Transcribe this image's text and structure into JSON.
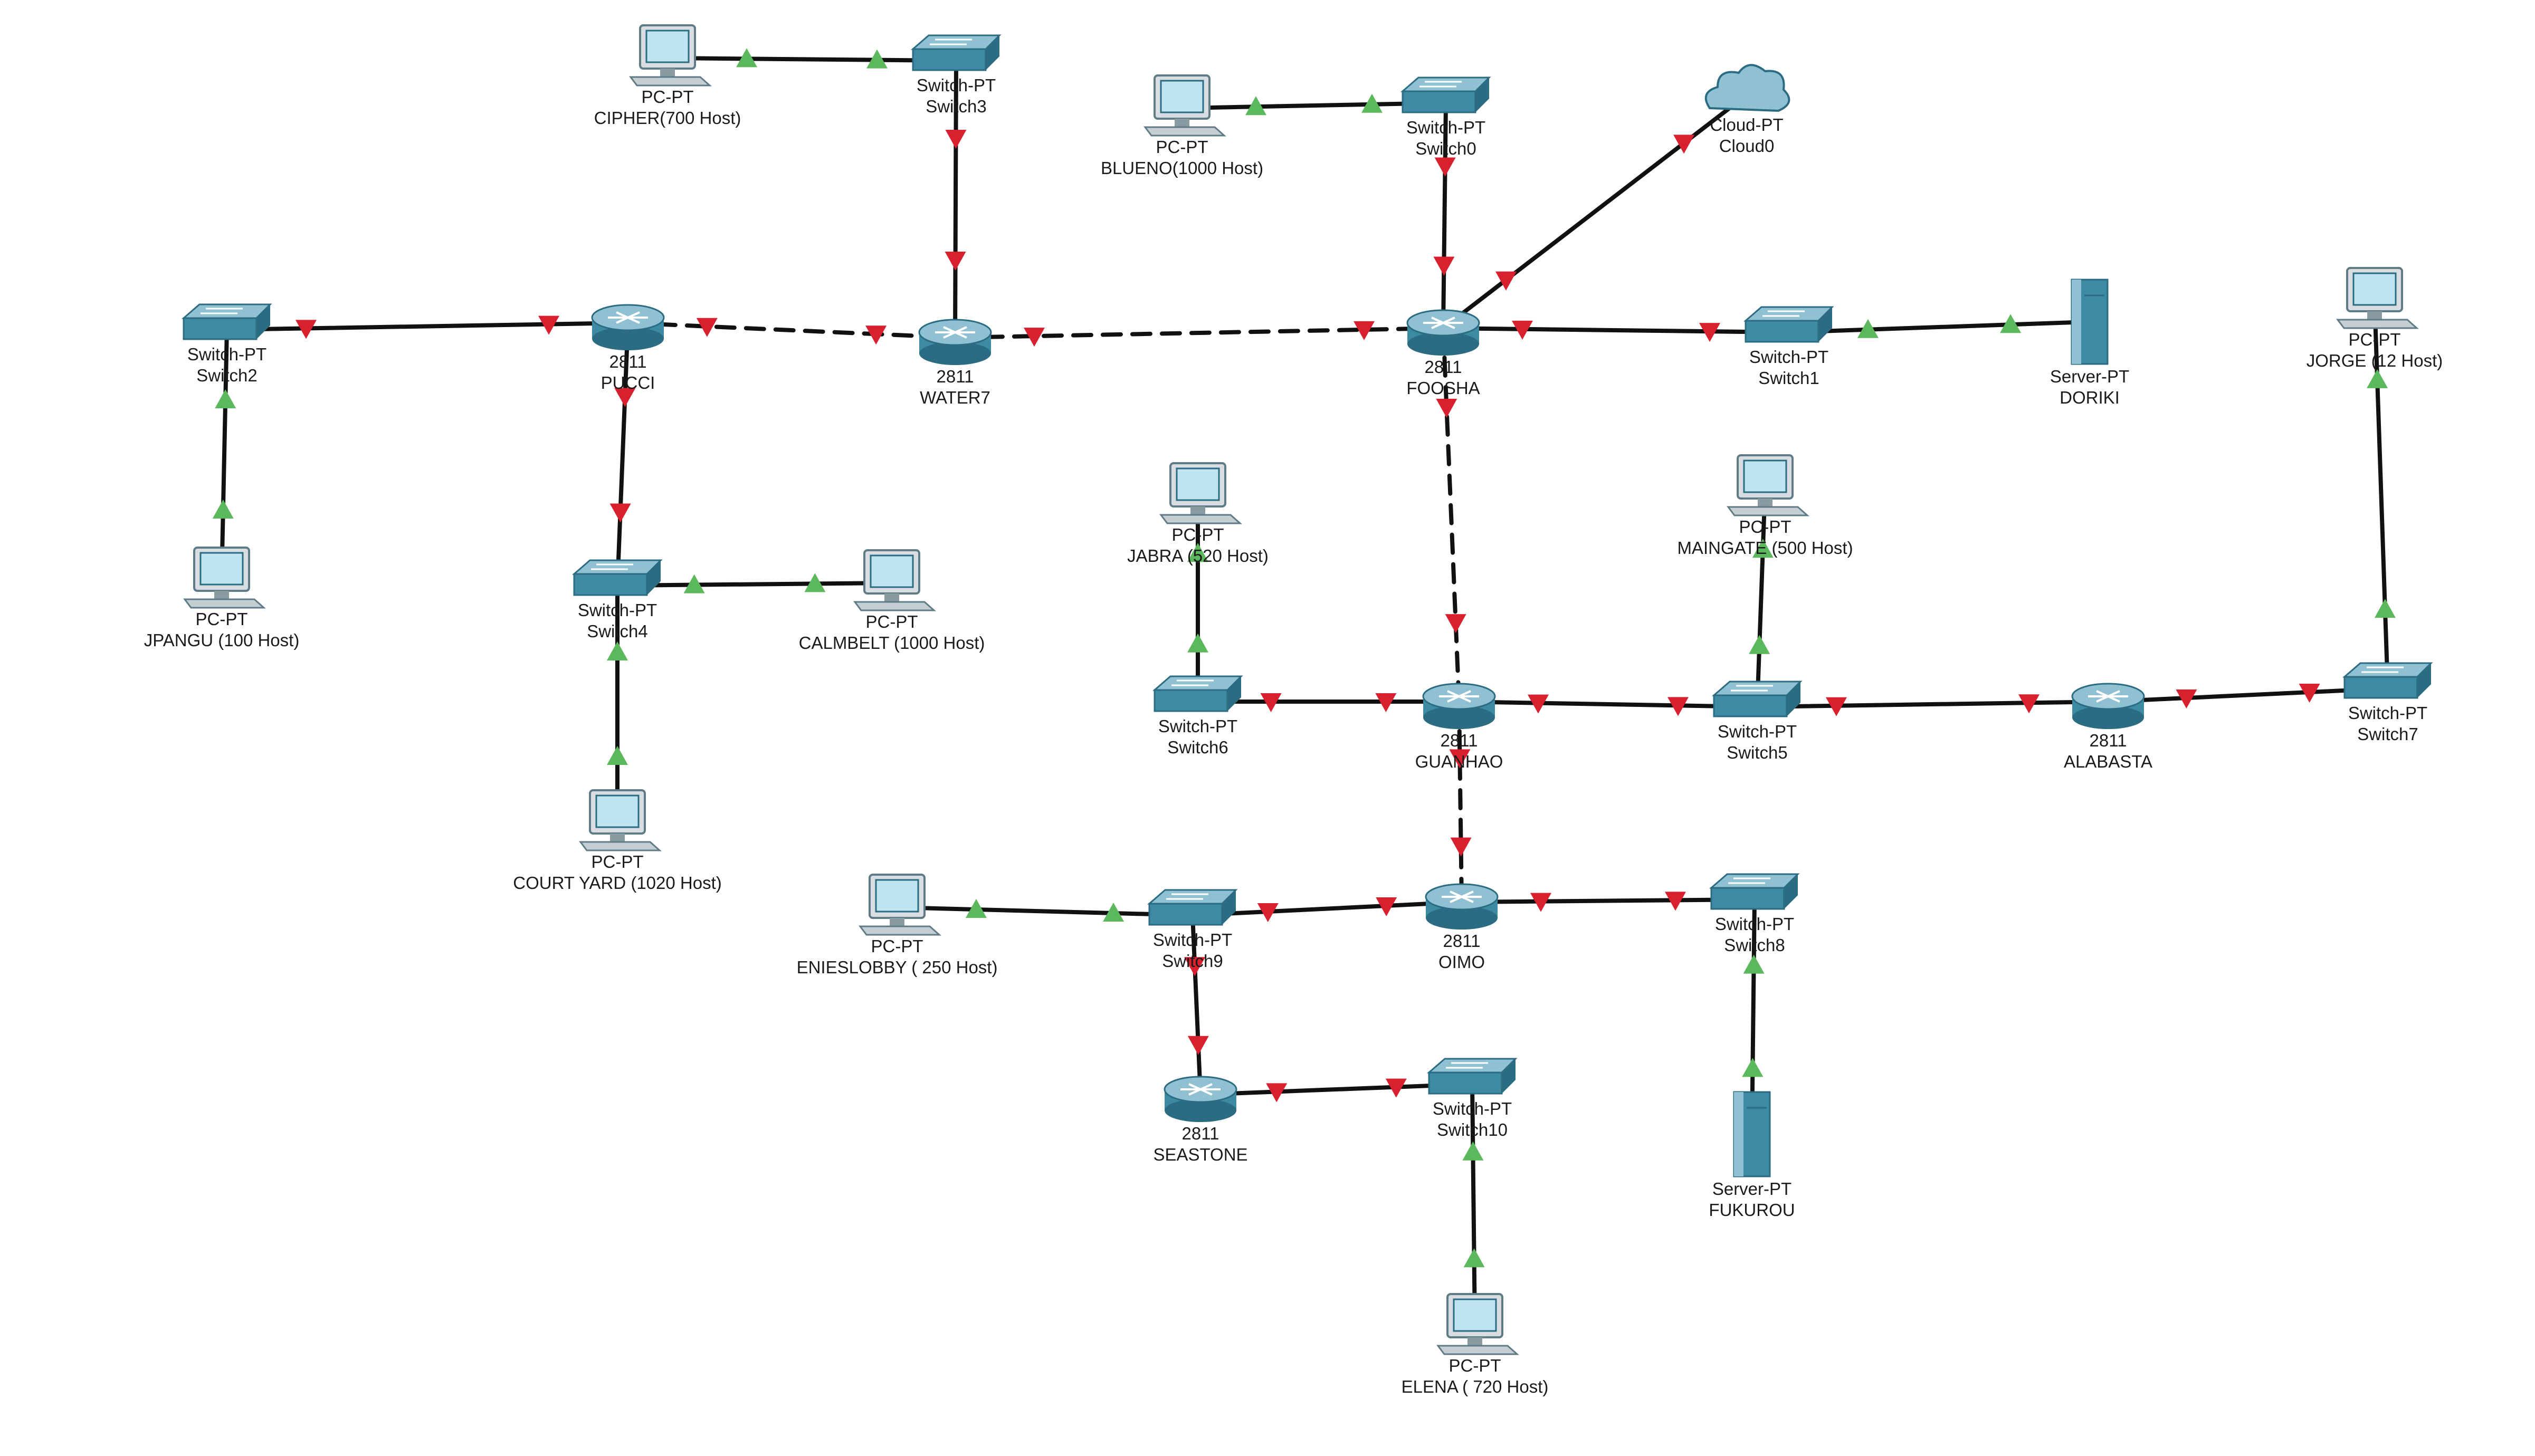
{
  "colors": {
    "link": "#111111",
    "status_up": "#5cb85c",
    "status_down": "#d9202e",
    "device_top": "#8fc1d3",
    "device_body": "#3d8aa3",
    "device_dark": "#2b6c82",
    "pc_screen": "#bfe3ef"
  },
  "nodes": [
    {
      "id": "cipher",
      "type": "pc",
      "line1": "PC-PT",
      "line2": "CIPHER(700 Host)"
    },
    {
      "id": "switch3",
      "type": "switch",
      "line1": "Switch-PT",
      "line2": "Switch3"
    },
    {
      "id": "blueno",
      "type": "pc",
      "line1": "PC-PT",
      "line2": "BLUENO(1000 Host)"
    },
    {
      "id": "switch0",
      "type": "switch",
      "line1": "Switch-PT",
      "line2": "Switch0"
    },
    {
      "id": "cloud0",
      "type": "cloud",
      "line1": "Cloud-PT",
      "line2": "Cloud0"
    },
    {
      "id": "switch2",
      "type": "switch",
      "line1": "Switch-PT",
      "line2": "Switch2"
    },
    {
      "id": "pucci",
      "type": "router",
      "line1": "2811",
      "line2": "PUCCI"
    },
    {
      "id": "water7",
      "type": "router",
      "line1": "2811",
      "line2": "WATER7"
    },
    {
      "id": "foosha",
      "type": "router",
      "line1": "2811",
      "line2": "FOOSHA"
    },
    {
      "id": "switch1",
      "type": "switch",
      "line1": "Switch-PT",
      "line2": "Switch1"
    },
    {
      "id": "doriki",
      "type": "server",
      "line1": "Server-PT",
      "line2": "DORIKI"
    },
    {
      "id": "jorge",
      "type": "pc",
      "line1": "PC-PT",
      "line2": "JORGE (12 Host)"
    },
    {
      "id": "jpangu",
      "type": "pc",
      "line1": "PC-PT",
      "line2": "JPANGU (100 Host)"
    },
    {
      "id": "switch4",
      "type": "switch",
      "line1": "Switch-PT",
      "line2": "Switch4"
    },
    {
      "id": "calmbelt",
      "type": "pc",
      "line1": "PC-PT",
      "line2": "CALMBELT (1000 Host)"
    },
    {
      "id": "jabra",
      "type": "pc",
      "line1": "PC-PT",
      "line2": "JABRA (520 Host)"
    },
    {
      "id": "maingate",
      "type": "pc",
      "line1": "PC-PT",
      "line2": "MAINGATE (500 Host)"
    },
    {
      "id": "courtyard",
      "type": "pc",
      "line1": "PC-PT",
      "line2": "COURT YARD (1020 Host)"
    },
    {
      "id": "switch6",
      "type": "switch",
      "line1": "Switch-PT",
      "line2": "Switch6"
    },
    {
      "id": "guanhao",
      "type": "router",
      "line1": "2811",
      "line2": "GUANHAO"
    },
    {
      "id": "switch5",
      "type": "switch",
      "line1": "Switch-PT",
      "line2": "Switch5"
    },
    {
      "id": "alabasta",
      "type": "router",
      "line1": "2811",
      "line2": "ALABASTA"
    },
    {
      "id": "switch7",
      "type": "switch",
      "line1": "Switch-PT",
      "line2": "Switch7"
    },
    {
      "id": "enieslobby",
      "type": "pc",
      "line1": "PC-PT",
      "line2": "ENIESLOBBY ( 250 Host)"
    },
    {
      "id": "switch9",
      "type": "switch",
      "line1": "Switch-PT",
      "line2": "Switch9"
    },
    {
      "id": "oimo",
      "type": "router",
      "line1": "2811",
      "line2": "OIMO"
    },
    {
      "id": "switch8",
      "type": "switch",
      "line1": "Switch-PT",
      "line2": "Switch8"
    },
    {
      "id": "seastone",
      "type": "router",
      "line1": "2811",
      "line2": "SEASTONE"
    },
    {
      "id": "switch10",
      "type": "switch",
      "line1": "Switch-PT",
      "line2": "Switch10"
    },
    {
      "id": "fukurou",
      "type": "server",
      "line1": "Server-PT",
      "line2": "FUKUROU"
    },
    {
      "id": "elena",
      "type": "pc",
      "line1": "PC-PT",
      "line2": "ELENA ( 720 Host)"
    }
  ],
  "links": [
    {
      "from": "cipher",
      "to": "switch3",
      "style": "solid",
      "status_from": "up",
      "status_to": "up"
    },
    {
      "from": "switch3",
      "to": "water7",
      "style": "solid",
      "status_from": "down",
      "status_to": "down"
    },
    {
      "from": "blueno",
      "to": "switch0",
      "style": "solid",
      "status_from": "up",
      "status_to": "up"
    },
    {
      "from": "switch0",
      "to": "foosha",
      "style": "solid",
      "status_from": "down",
      "status_to": "down"
    },
    {
      "from": "foosha",
      "to": "cloud0",
      "style": "solid",
      "status_from": "down",
      "status_to": "down"
    },
    {
      "from": "switch2",
      "to": "pucci",
      "style": "solid",
      "status_from": "down",
      "status_to": "down"
    },
    {
      "from": "pucci",
      "to": "water7",
      "style": "dashed",
      "status_from": "down",
      "status_to": "down"
    },
    {
      "from": "water7",
      "to": "foosha",
      "style": "dashed",
      "status_from": "down",
      "status_to": "down"
    },
    {
      "from": "foosha",
      "to": "switch1",
      "style": "solid",
      "status_from": "down",
      "status_to": "down"
    },
    {
      "from": "switch1",
      "to": "doriki",
      "style": "solid",
      "status_from": "up",
      "status_to": "up"
    },
    {
      "from": "jpangu",
      "to": "switch2",
      "style": "solid",
      "status_from": "up",
      "status_to": "up"
    },
    {
      "from": "pucci",
      "to": "switch4",
      "style": "solid",
      "status_from": "down",
      "status_to": "down"
    },
    {
      "from": "switch4",
      "to": "calmbelt",
      "style": "solid",
      "status_from": "up",
      "status_to": "up"
    },
    {
      "from": "courtyard",
      "to": "switch4",
      "style": "solid",
      "status_from": "up",
      "status_to": "up"
    },
    {
      "from": "foosha",
      "to": "guanhao",
      "style": "dashed",
      "status_from": "down",
      "status_to": "down"
    },
    {
      "from": "switch6",
      "to": "jabra",
      "style": "solid",
      "status_from": "up",
      "status_to": "up"
    },
    {
      "from": "switch6",
      "to": "guanhao",
      "style": "solid",
      "status_from": "down",
      "status_to": "down"
    },
    {
      "from": "guanhao",
      "to": "switch5",
      "style": "solid",
      "status_from": "down",
      "status_to": "down"
    },
    {
      "from": "switch5",
      "to": "maingate",
      "style": "solid",
      "status_from": "up",
      "status_to": "up"
    },
    {
      "from": "switch5",
      "to": "alabasta",
      "style": "solid",
      "status_from": "down",
      "status_to": "down"
    },
    {
      "from": "alabasta",
      "to": "switch7",
      "style": "solid",
      "status_from": "down",
      "status_to": "down"
    },
    {
      "from": "switch7",
      "to": "jorge",
      "style": "solid",
      "status_from": "up",
      "status_to": "up"
    },
    {
      "from": "guanhao",
      "to": "oimo",
      "style": "dashed",
      "status_from": "down",
      "status_to": "down"
    },
    {
      "from": "enieslobby",
      "to": "switch9",
      "style": "solid",
      "status_from": "up",
      "status_to": "up"
    },
    {
      "from": "switch9",
      "to": "oimo",
      "style": "solid",
      "status_from": "down",
      "status_to": "down"
    },
    {
      "from": "oimo",
      "to": "switch8",
      "style": "solid",
      "status_from": "down",
      "status_to": "down"
    },
    {
      "from": "switch9",
      "to": "seastone",
      "style": "solid",
      "status_from": "down",
      "status_to": "down"
    },
    {
      "from": "seastone",
      "to": "switch10",
      "style": "solid",
      "status_from": "down",
      "status_to": "down"
    },
    {
      "from": "fukurou",
      "to": "switch8",
      "style": "solid",
      "status_from": "up",
      "status_to": "up"
    },
    {
      "from": "elena",
      "to": "switch10",
      "style": "solid",
      "status_from": "up",
      "status_to": "up"
    }
  ]
}
